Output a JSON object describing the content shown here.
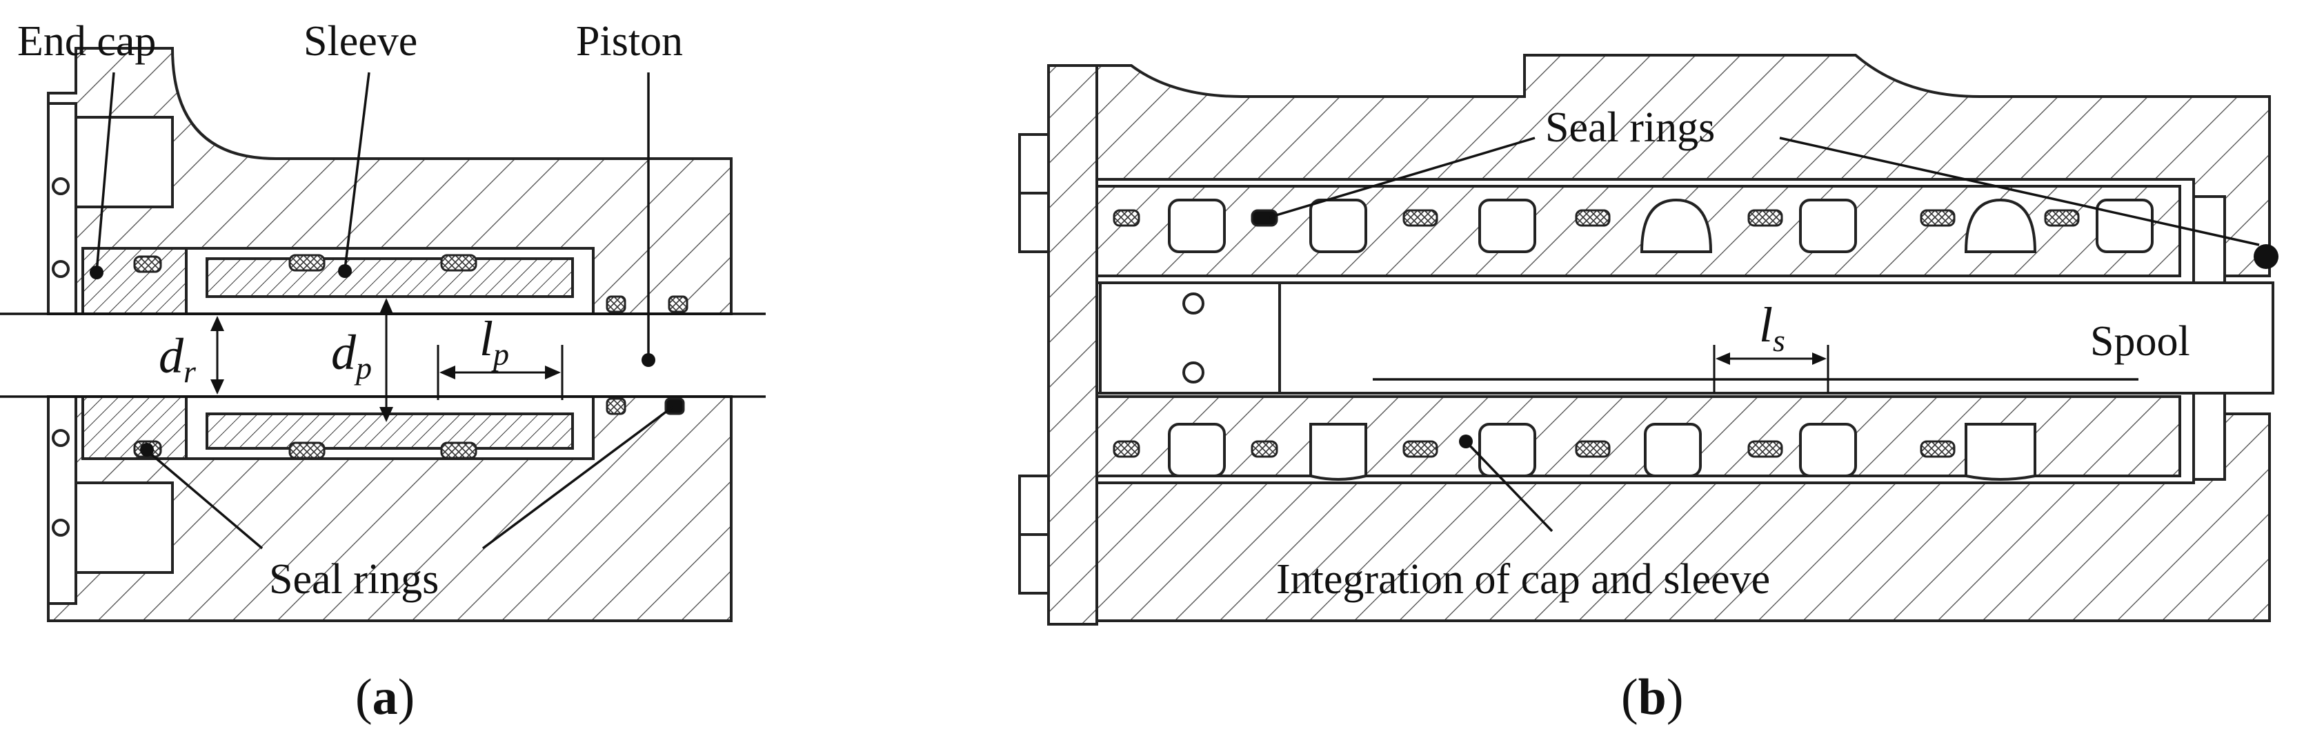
{
  "panel_a": {
    "labels": {
      "end_cap": "End cap",
      "sleeve": "Sleeve",
      "piston": "Piston",
      "seal_rings": "Seal rings"
    },
    "dims": {
      "d_r": "d",
      "d_r_sub": "r",
      "d_p": "d",
      "d_p_sub": "p",
      "l_p": "l",
      "l_p_sub": "p"
    },
    "caption_open": "(",
    "caption_letter": "a",
    "caption_close": ")"
  },
  "panel_b": {
    "labels": {
      "seal_rings": "Seal rings",
      "spool": "Spool",
      "integration": "Integration of cap and sleeve"
    },
    "dims": {
      "l_s": "l",
      "l_s_sub": "s"
    },
    "caption_open": "(",
    "caption_letter": "b",
    "caption_close": ")"
  }
}
